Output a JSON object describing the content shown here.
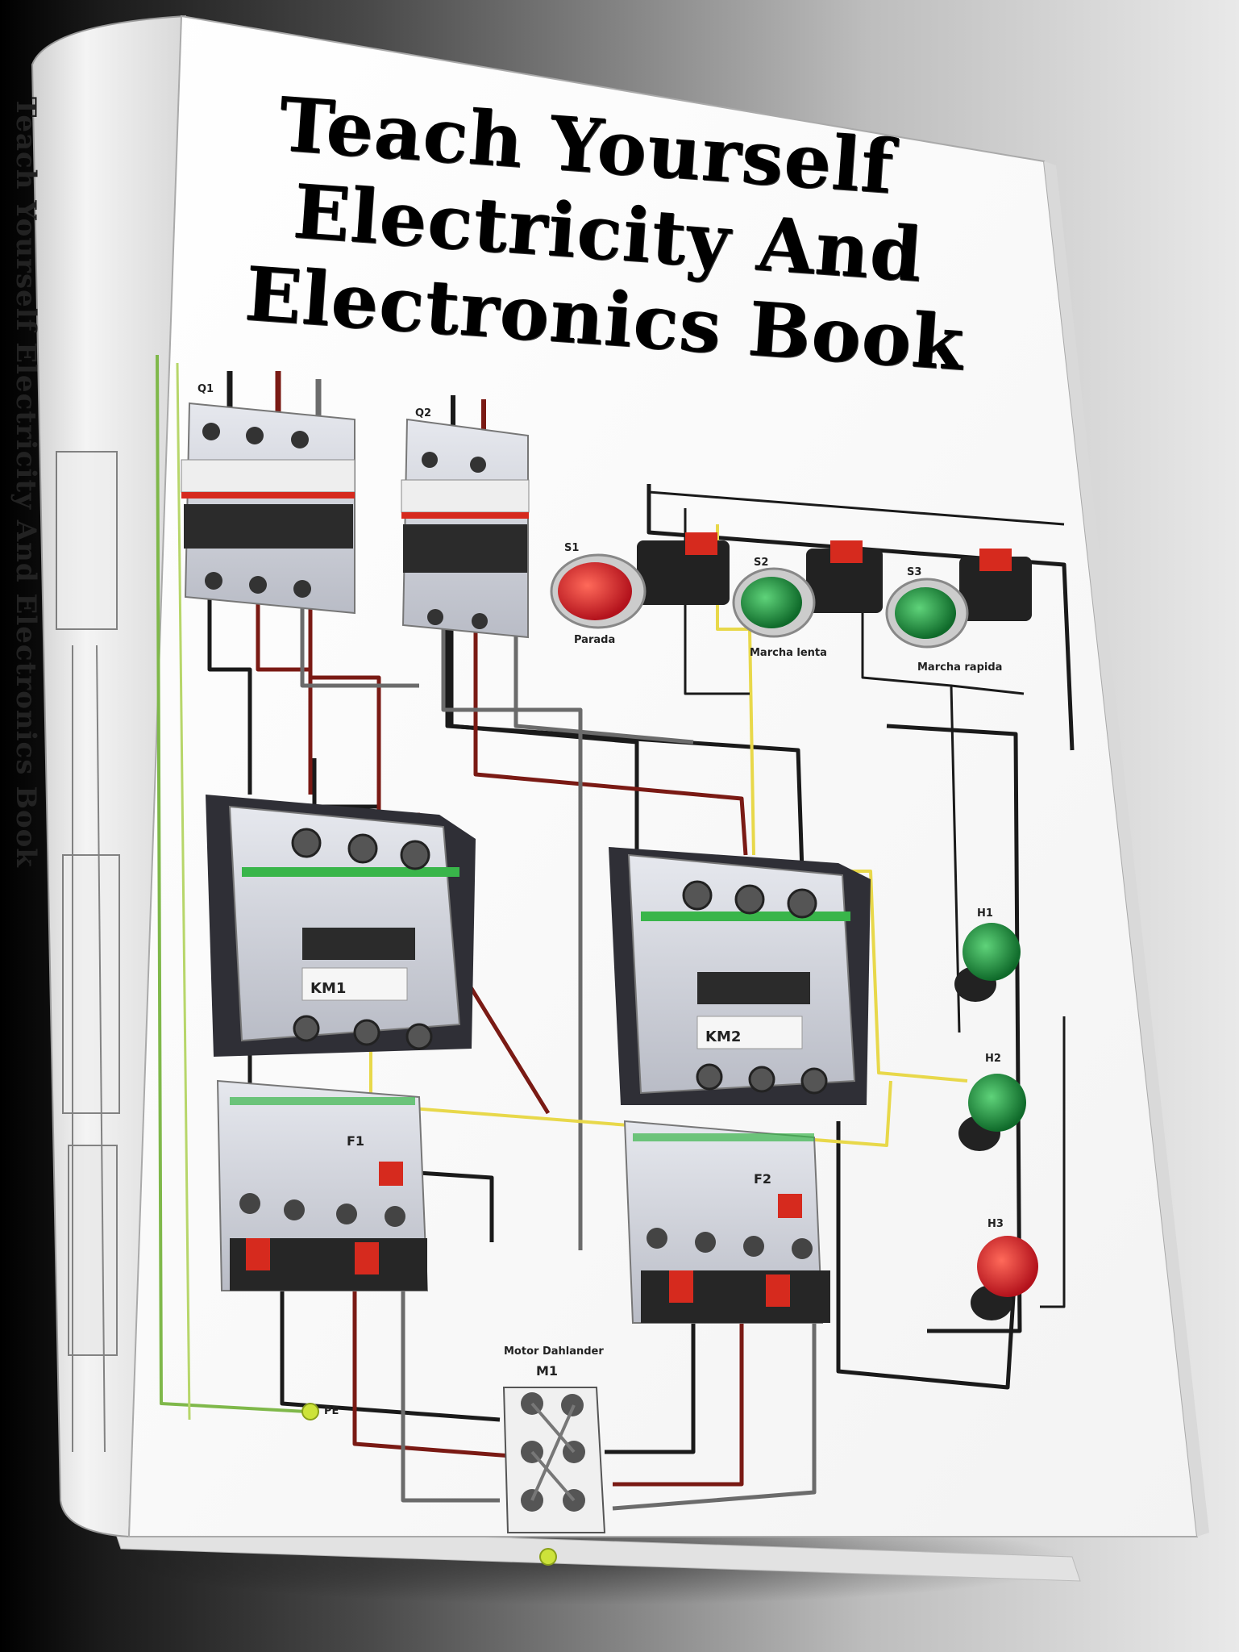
{
  "book": {
    "title_lines": [
      "Teach Yourself",
      "Electricity And",
      "Electronics Book"
    ],
    "spine_title": "Teach Yourself Electricity And Electronics Book"
  },
  "diagram": {
    "breakers": [
      {
        "label": "Q1"
      },
      {
        "label": "Q2"
      }
    ],
    "buttons": [
      {
        "label": "S1",
        "caption": "Parada",
        "color": "#d62a1e"
      },
      {
        "label": "S2",
        "caption": "Marcha lenta",
        "color": "#1f8a3a"
      },
      {
        "label": "S3",
        "caption": "Marcha rapida",
        "color": "#1f8a3a"
      }
    ],
    "contactors": [
      {
        "label": "KM1"
      },
      {
        "label": "KM2"
      }
    ],
    "relays": [
      {
        "label": "F1"
      },
      {
        "label": "F2"
      }
    ],
    "lamps": [
      {
        "label": "H1",
        "color": "#1f8a3a"
      },
      {
        "label": "H2",
        "color": "#1f8a3a"
      },
      {
        "label": "H3",
        "color": "#b3121c"
      }
    ],
    "motor": {
      "label": "M1",
      "caption": "Motor Dahlander"
    },
    "ground_label": "PE"
  },
  "colors": {
    "wire_black": "#1a1a1a",
    "wire_brown": "#7a1a14",
    "wire_gray": "#6b6b6b",
    "wire_yellow": "#e8d84a",
    "wire_green": "#7fb84a",
    "accent_red": "#d62a1e",
    "accent_green": "#1f8a3a"
  }
}
